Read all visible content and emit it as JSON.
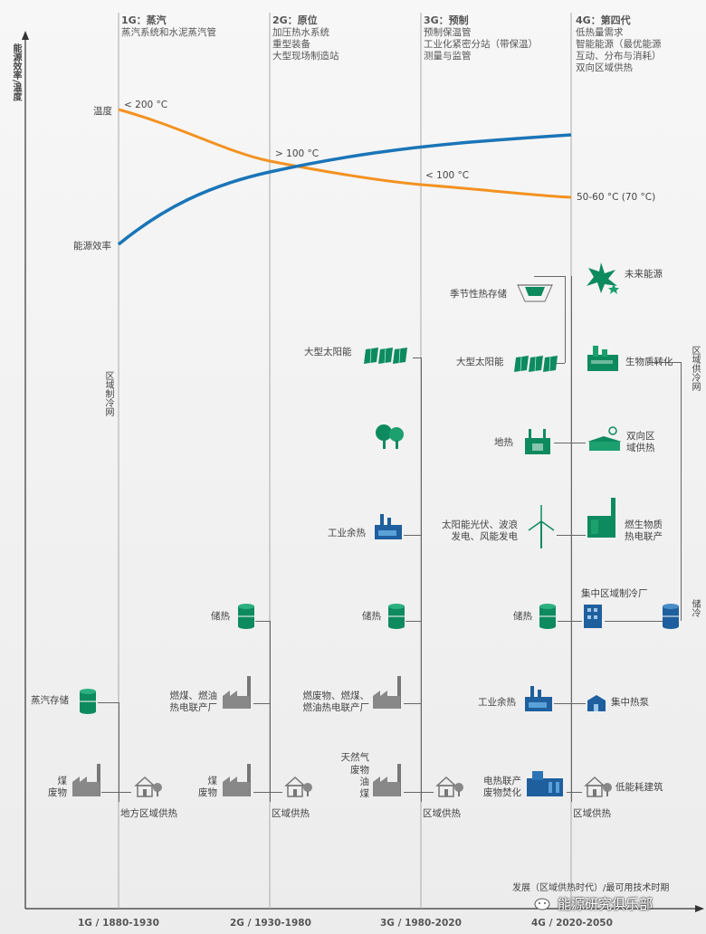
{
  "y_axis_label": "能源效率/温度",
  "x_axis_label": "发展（区域供热时代）/最可用技术时期",
  "generations": [
    {
      "title": "1G：蒸汽",
      "desc": [
        "蒸汽系统和水泥蒸汽管"
      ],
      "period": "1G / 1880-1930",
      "district_label": "地方区域供热"
    },
    {
      "title": "2G：原位",
      "desc": [
        "加压热水系统",
        "重型装备",
        "大型现场制造站"
      ],
      "period": "2G / 1930-1980",
      "district_label": "区域供热"
    },
    {
      "title": "3G：预制",
      "desc": [
        "预制保温管",
        "工业化紧密分站（带保温）",
        "测量与监管"
      ],
      "period": "3G / 1980-2020",
      "district_label": "区域供热"
    },
    {
      "title": "4G：第四代",
      "desc": [
        "低热量需求",
        "智能能源（最优能源",
        "互动、分布与消耗）",
        "双向区域供热"
      ],
      "period": "4G / 2020-2050",
      "district_label": "区域供热"
    }
  ],
  "temperature": {
    "label": "温度",
    "points": [
      "< 200 °C",
      "> 100 °C",
      "< 100 °C",
      "50-60 °C (70 °C)"
    ]
  },
  "efficiency": {
    "label": "能源效率"
  },
  "g1": {
    "steam_storage": "蒸汽存储",
    "fuels": [
      "煤",
      "废物"
    ]
  },
  "g2": {
    "storage": "储热",
    "chp": [
      "燃煤、燃油",
      "热电联产厂"
    ],
    "fuels": [
      "煤",
      "废物"
    ]
  },
  "g3": {
    "solar": "大型太阳能",
    "industrial": "工业余热",
    "storage": "储热",
    "chp": [
      "燃废物、燃煤、",
      "燃油热电联产厂"
    ],
    "fuels": [
      "天然气",
      "废物",
      "油",
      "煤"
    ]
  },
  "g4": {
    "seasonal": "季节性热存储",
    "solar": "大型太阳能",
    "geothermal": "地热",
    "pv_wind": [
      "太阳能光伏、波浪",
      "发电、风能发电"
    ],
    "storage": "储热",
    "industrial": "工业余热",
    "chp_waste": [
      "电热联产",
      "废物焚化"
    ],
    "future": "未来能源",
    "biomass": "生物质转化",
    "bidirectional": [
      "双向区",
      "域供热"
    ],
    "biomass_chp": [
      "燃生物质",
      "热电联产"
    ],
    "central_cooling": "集中区域制冷厂",
    "heat_pump": "集中热泵",
    "low_energy": "低能耗建筑"
  },
  "district_cooling": "区域制冷网",
  "district_cooling_right": "区域供冷网",
  "cold_storage": "储冷",
  "watermark": "能源研究俱乐部",
  "colors": {
    "temperature": "#f39220",
    "efficiency": "#1a75b8",
    "green": "#0e8a5f",
    "blue": "#1f5f9e",
    "gray": "#777777"
  }
}
